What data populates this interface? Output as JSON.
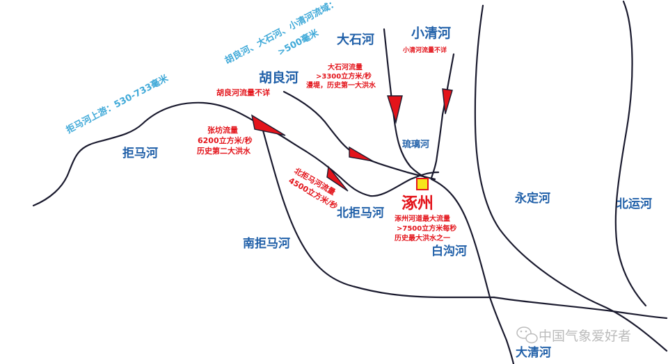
{
  "rivers": {
    "jumahe": "拒马河",
    "hulianghe": "胡良河",
    "dashihe": "大石河",
    "xiaoqinghe": "小清河",
    "liulihe": "琉璃河",
    "yongdinghe": "永定河",
    "beiyunhe": "北运河",
    "beijumahe": "北拒马河",
    "nanjumahe": "南拒马河",
    "baigouhe": "白沟河",
    "daqinghe": "大清河"
  },
  "annotations": {
    "upstream_rain": "拒马河上游：530-733毫米",
    "basin_rain_line1": "胡良河、大石河、小清河流域：",
    "basin_rain_line2": ">500毫米",
    "dashihe_flow": [
      "大石河流量",
      ">3300立方米/秒",
      "漫堤，历史第一大洪水"
    ],
    "xiaoqinghe_flow": "小清河流量不详",
    "hulianghe_flow": "胡良河流量不详",
    "zhangfang_flow": [
      "张坊流量",
      "6200立方米/秒",
      "历史第二大洪水"
    ],
    "beijumahe_flow": [
      "北拒马河流量",
      "4500立方米/秒"
    ],
    "zhuozhou_flow": [
      "涿州河道最大流量",
      ">7500立方米每秒",
      "历史最大洪水之一"
    ]
  },
  "city": {
    "name": "涿州"
  },
  "watermark": {
    "text": "中国气象爱好者",
    "icon": "wechat-icon"
  },
  "colors": {
    "river_label": "#1f5fa8",
    "rain_label": "#3fa9d8",
    "flow_label": "#e3141b",
    "arrow": "#e3141b",
    "city_marker": "#f7e51a"
  }
}
